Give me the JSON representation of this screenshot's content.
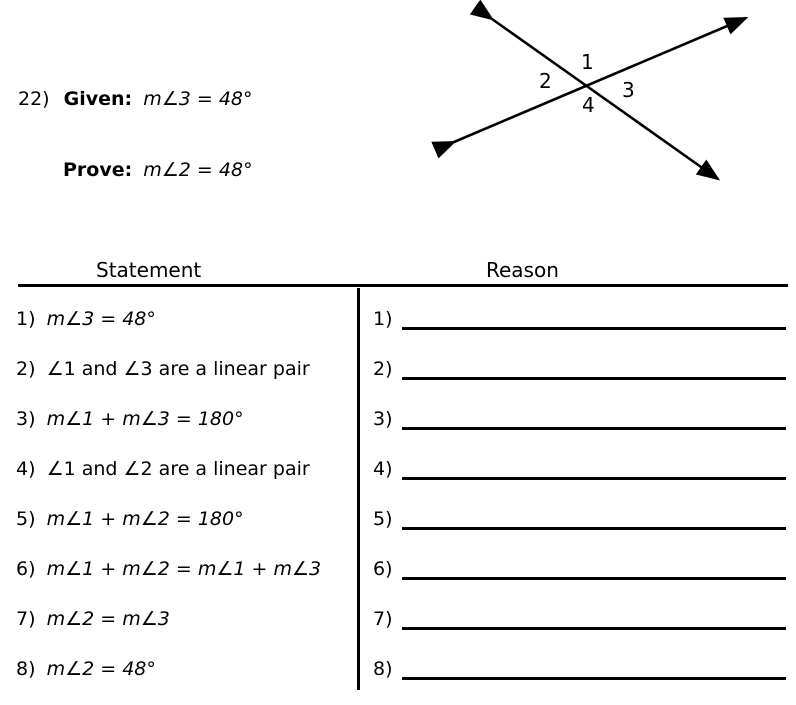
{
  "problem": {
    "number": "22)",
    "given_label": "Given:",
    "given_value": "m∠3 = 48°",
    "prove_label": "Prove:",
    "prove_value": "m∠2 = 48°"
  },
  "figure": {
    "description": "two intersecting lines with four labeled angles",
    "labels": [
      "1",
      "2",
      "3",
      "4"
    ],
    "line_color": "#000000"
  },
  "table": {
    "statement_header": "Statement",
    "reason_header": "Reason",
    "statements": [
      {
        "num": "1)",
        "text": "m∠3 = 48°"
      },
      {
        "num": "2)",
        "text": "∠1 and ∠3 are a linear pair"
      },
      {
        "num": "3)",
        "text": "m∠1 + m∠3 = 180°"
      },
      {
        "num": "4)",
        "text": "∠1 and ∠2 are a linear pair"
      },
      {
        "num": "5)",
        "text": "m∠1 + m∠2 = 180°"
      },
      {
        "num": "6)",
        "text": "m∠1 + m∠2 = m∠1 + m∠3"
      },
      {
        "num": "7)",
        "text": "m∠2 = m∠3"
      },
      {
        "num": "8)",
        "text": "m∠2 = 48°"
      }
    ],
    "reasons": [
      {
        "num": "1)",
        "text": ""
      },
      {
        "num": "2)",
        "text": ""
      },
      {
        "num": "3)",
        "text": ""
      },
      {
        "num": "4)",
        "text": ""
      },
      {
        "num": "5)",
        "text": ""
      },
      {
        "num": "6)",
        "text": ""
      },
      {
        "num": "7)",
        "text": ""
      },
      {
        "num": "8)",
        "text": ""
      }
    ]
  }
}
